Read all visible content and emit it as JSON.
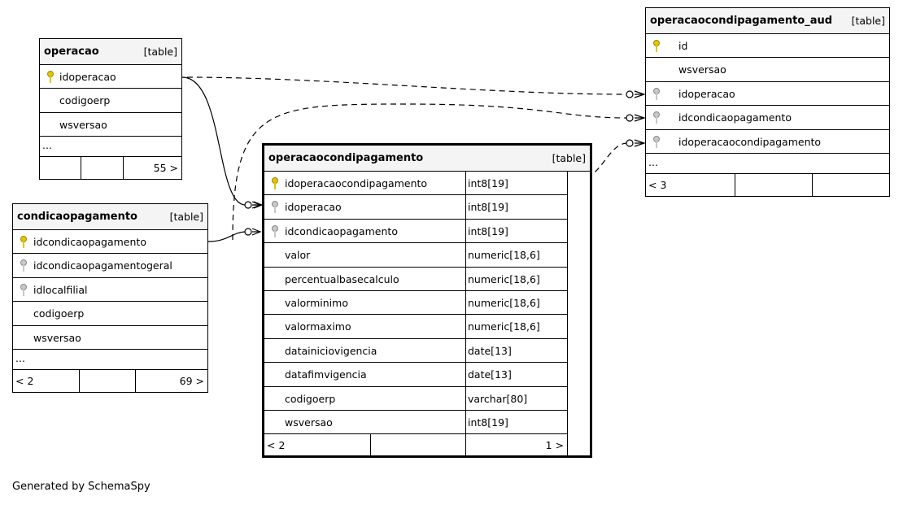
{
  "table_tag": "[table]",
  "more_marker": "...",
  "colors": {
    "primary_key": "#e2c600",
    "foreign_key": "#a0a0a0",
    "header_bg": "#f4f4f4",
    "line": "#000000"
  },
  "tables": {
    "operacao": {
      "name": "operacao",
      "columns": [
        "idoperacao",
        "codigoerp",
        "wsversao"
      ],
      "footer_right": "55 >"
    },
    "condicaopagamento": {
      "name": "condicaopagamento",
      "columns": [
        "idcondicaopagamento",
        "idcondicaopagamentogeral",
        "idlocalfilial",
        "codigoerp",
        "wsversao"
      ],
      "footer_left": "< 2",
      "footer_right": "69 >"
    },
    "operacaocondipagamento": {
      "name": "operacaocondipagamento",
      "columns": [
        {
          "name": "idoperacaocondipagamento",
          "type": "int8[19]"
        },
        {
          "name": "idoperacao",
          "type": "int8[19]"
        },
        {
          "name": "idcondicaopagamento",
          "type": "int8[19]"
        },
        {
          "name": "valor",
          "type": "numeric[18,6]"
        },
        {
          "name": "percentualbasecalculo",
          "type": "numeric[18,6]"
        },
        {
          "name": "valorminimo",
          "type": "numeric[18,6]"
        },
        {
          "name": "valormaximo",
          "type": "numeric[18,6]"
        },
        {
          "name": "datainiciovigencia",
          "type": "date[13]"
        },
        {
          "name": "datafimvigencia",
          "type": "date[13]"
        },
        {
          "name": "codigoerp",
          "type": "varchar[80]"
        },
        {
          "name": "wsversao",
          "type": "int8[19]"
        }
      ],
      "footer_left": "< 2",
      "footer_right": "1 >"
    },
    "operacaocondipagamento_aud": {
      "name": "operacaocondipagamento_aud",
      "columns": [
        "id",
        "wsversao",
        "idoperacao",
        "idcondicaopagamento",
        "idoperacaocondipagamento"
      ],
      "footer_left": "< 3"
    }
  },
  "credit": "Generated by SchemaSpy"
}
